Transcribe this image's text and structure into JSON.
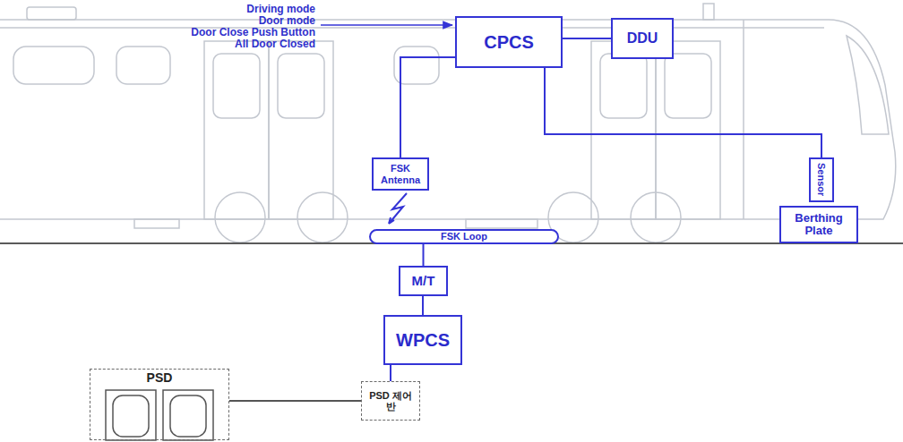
{
  "diagram": {
    "nodes": [
      {
        "text": [
          "CPCS"
        ]
      },
      {
        "text": [
          "DDU"
        ]
      },
      {
        "text": [
          "FSK Antenna"
        ]
      },
      {
        "text": [
          "Sensor"
        ]
      },
      {
        "text": [
          "Berthing Plate"
        ]
      },
      {
        "text": [
          "FSK Loop"
        ]
      },
      {
        "text": [
          "M/T"
        ]
      },
      {
        "text": [
          "WPCS"
        ]
      },
      {
        "text": [
          "PSD 제어반"
        ]
      },
      {
        "text": [
          "PSD"
        ]
      }
    ],
    "edges": [
      {
        "from": 0,
        "to": 1,
        "arrow": "none"
      },
      {
        "from": 0,
        "to": 2,
        "arrow": "none"
      },
      {
        "from": 0,
        "to": 3,
        "arrow": "none"
      },
      {
        "from": 5,
        "to": 6,
        "arrow": "none"
      },
      {
        "from": 6,
        "to": 7,
        "arrow": "none"
      },
      {
        "from": 7,
        "to": 8,
        "arrow": "none"
      },
      {
        "from": 9,
        "to": 8,
        "arrow": "none"
      }
    ],
    "labels": [
      "Driving mode",
      "Door mode",
      "Door Close Push Button",
      "All Door Closed"
    ]
  }
}
